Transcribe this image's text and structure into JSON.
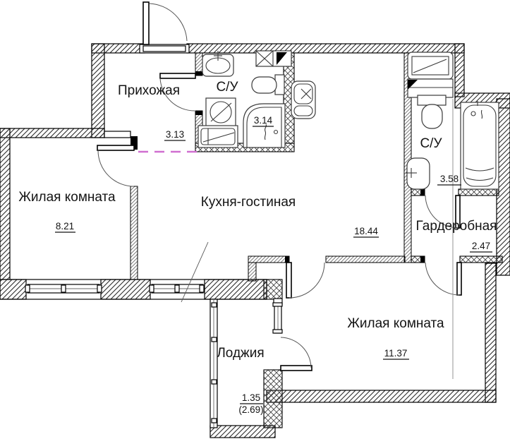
{
  "plan": {
    "title": "apartment-floor-plan",
    "rooms": [
      {
        "id": "hallway",
        "name": "Прихожая",
        "area": "3.13"
      },
      {
        "id": "bathroom-1",
        "name": "С/У",
        "area": "3.14"
      },
      {
        "id": "living-1",
        "name": "Жилая комната",
        "area": "8.21"
      },
      {
        "id": "kitchen",
        "name": "Кухня-гостиная",
        "area": "18.44"
      },
      {
        "id": "bathroom-2",
        "name": "С/У",
        "area": "3.58"
      },
      {
        "id": "wardrobe",
        "name": "Гардеробная",
        "area": "2.47"
      },
      {
        "id": "living-2",
        "name": "Жилая комната",
        "area": "11.37"
      },
      {
        "id": "loggia",
        "name": "Лоджия",
        "area": "1.35",
        "area_secondary": "(2.69)"
      }
    ],
    "colors": {
      "wall_line": "#1a1a1a",
      "zone_divider": "#d06fd0",
      "background": "#ffffff"
    }
  }
}
